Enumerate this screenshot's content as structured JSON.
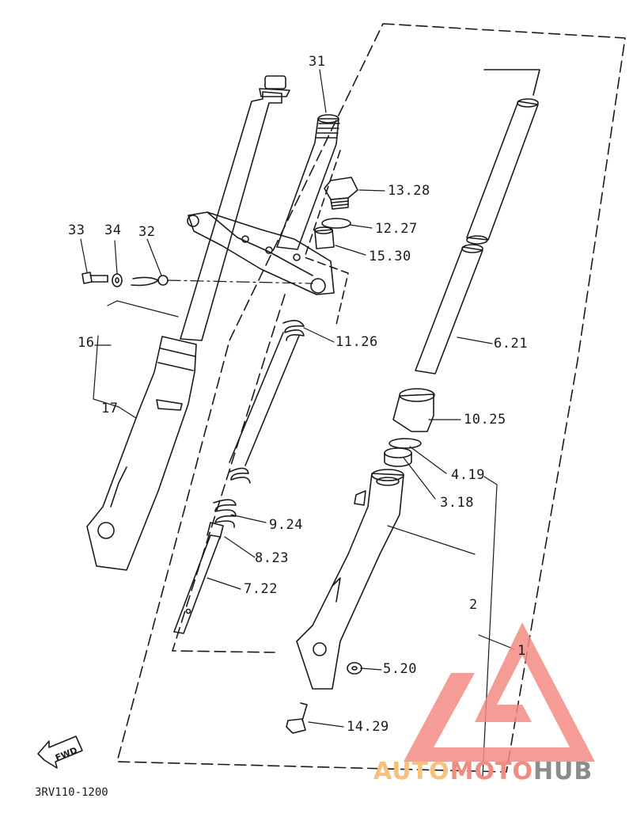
{
  "callouts": {
    "c31": "31",
    "c1328": "13.28",
    "c1227": "12.27",
    "c1530": "15.30",
    "c33": "33",
    "c34": "34",
    "c32": "32",
    "c16": "16",
    "c17": "17",
    "c1126": "11.26",
    "c621": "6.21",
    "c1025": "10.25",
    "c419": "4.19",
    "c318": "3.18",
    "c924": "9.24",
    "c823": "8.23",
    "c722": "7.22",
    "c2": "2",
    "c1": "1",
    "c520": "5.20",
    "c1429": "14.29"
  },
  "fwd_label": "FWD",
  "diagram_code": "3RV110-1200",
  "watermark": {
    "part1": "AUTO",
    "part2": "MOTO",
    "part3": "HUB"
  },
  "colors": {
    "line": "#1a1a1a",
    "watermark_red": "#f28b82",
    "watermark_orange": "#f5c27d",
    "watermark_gray": "#8c8c8c"
  }
}
